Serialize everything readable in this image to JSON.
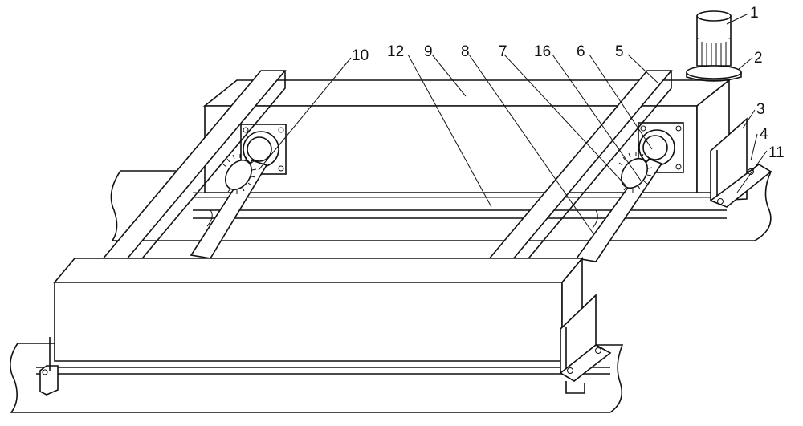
{
  "labels": [
    {
      "id": "1",
      "text": "1"
    },
    {
      "id": "2",
      "text": "2"
    },
    {
      "id": "3",
      "text": "3"
    },
    {
      "id": "4",
      "text": "4"
    },
    {
      "id": "5",
      "text": "5"
    },
    {
      "id": "6",
      "text": "6"
    },
    {
      "id": "7",
      "text": "7"
    },
    {
      "id": "8",
      "text": "8"
    },
    {
      "id": "9",
      "text": "9"
    },
    {
      "id": "10",
      "text": "10"
    },
    {
      "id": "11",
      "text": "11"
    },
    {
      "id": "12",
      "text": "12"
    },
    {
      "id": "16",
      "text": "16"
    }
  ],
  "colors": {
    "line": "#111111",
    "background": "#ffffff"
  }
}
